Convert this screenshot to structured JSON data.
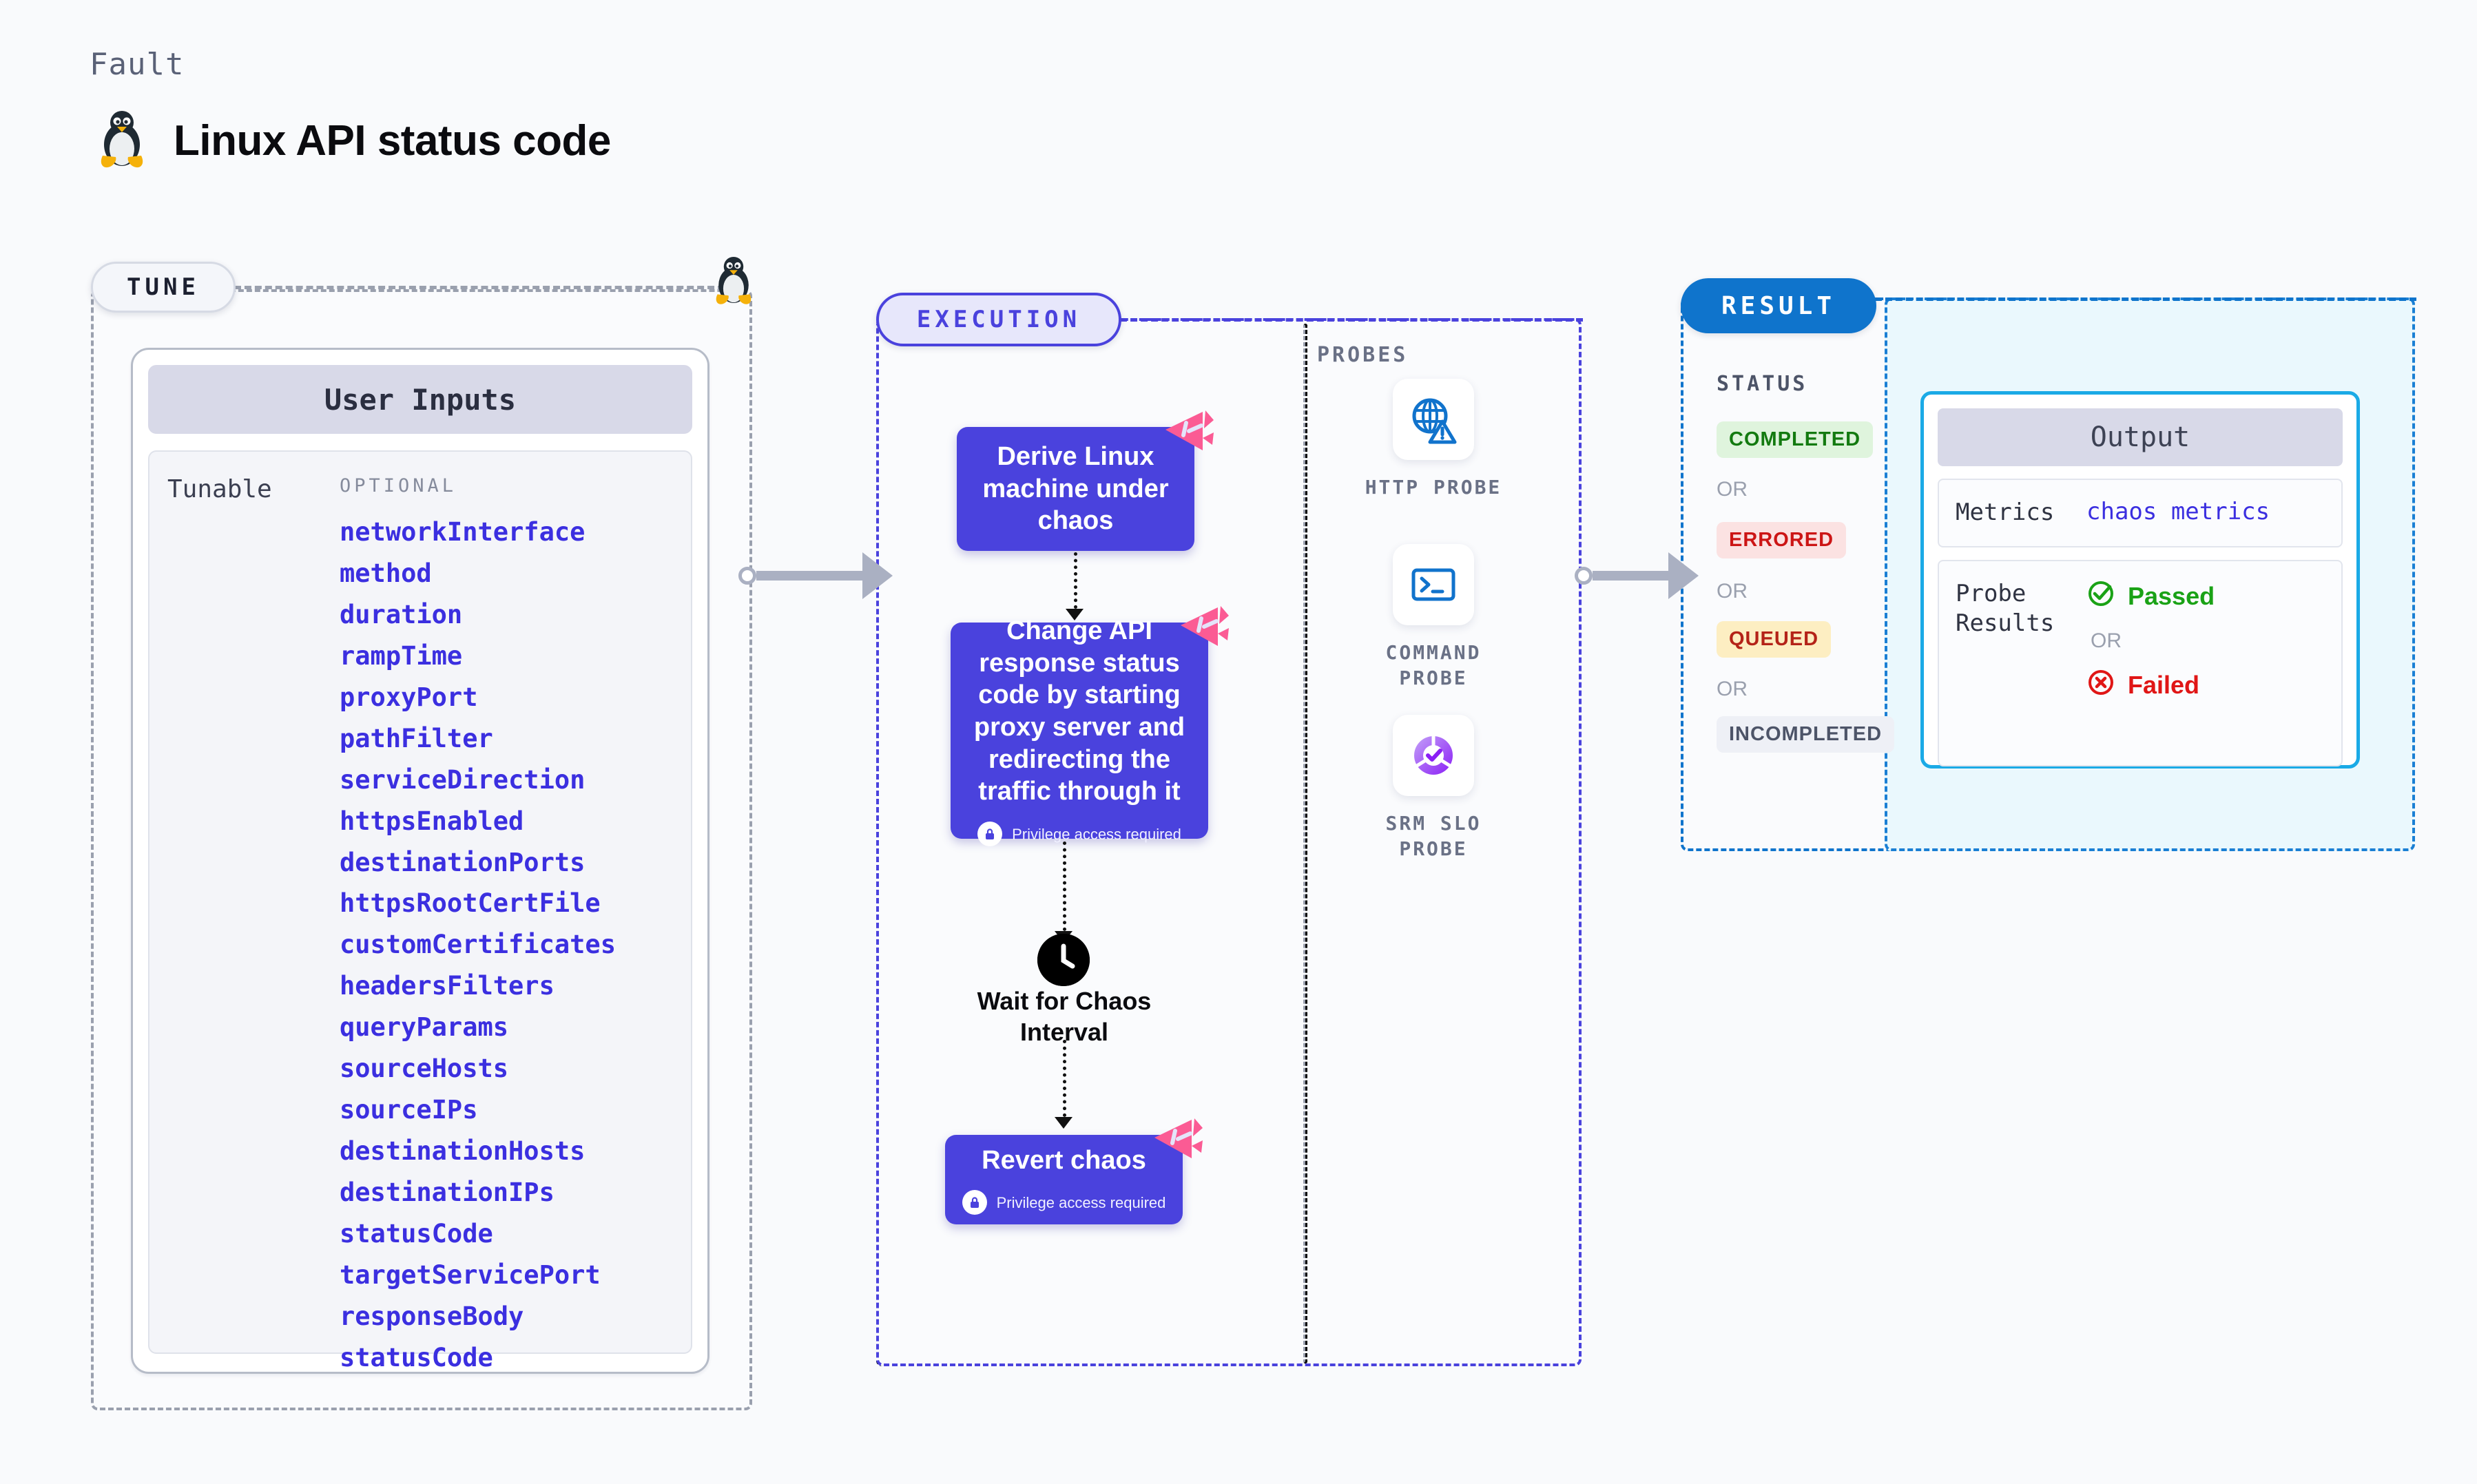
{
  "header": {
    "kicker": "Fault",
    "title": "Linux API status code",
    "icon": "linux-tux-penguin"
  },
  "tune": {
    "pill_label": "TUNE",
    "card_title": "User Inputs",
    "group_label": "Tunable",
    "optional_label": "OPTIONAL",
    "params": [
      "networkInterface",
      "method",
      "duration",
      "rampTime",
      "proxyPort",
      "pathFilter",
      "serviceDirection",
      "httpsEnabled",
      "destinationPorts",
      "httpsRootCertFile",
      "customCertificates",
      "headersFilters",
      "queryParams",
      "sourceHosts",
      "sourceIPs",
      "destinationHosts",
      "destinationIPs",
      "statusCode",
      "targetServicePort",
      "responseBody",
      "statusCode"
    ]
  },
  "execution": {
    "pill_label": "EXECUTION",
    "nodes": [
      {
        "text": "Derive Linux machine under chaos",
        "privilege": null,
        "badge": "chaos-badge-icon"
      },
      {
        "text": "Change API response status code by starting proxy server and redirecting the traffic through it",
        "privilege": "Privilege access required",
        "badge": "chaos-badge-icon"
      },
      {
        "text": "Revert chaos",
        "privilege": "Privilege access required",
        "badge": "chaos-badge-icon"
      }
    ],
    "wait": {
      "icon": "clock-icon",
      "label": "Wait for Chaos Interval"
    }
  },
  "probes": {
    "title": "PROBES",
    "items": [
      {
        "label": "HTTP PROBE",
        "icon": "globe-warning-icon"
      },
      {
        "label": "COMMAND PROBE",
        "icon": "terminal-icon"
      },
      {
        "label": "SRM SLO PROBE",
        "icon": "slo-donut-check-icon"
      }
    ]
  },
  "result": {
    "pill_label": "RESULT",
    "status_title": "STATUS",
    "or_label": "OR",
    "statuses": [
      {
        "label": "COMPLETED",
        "bg": "#dff4dd",
        "color": "#137a10"
      },
      {
        "label": "ERRORED",
        "bg": "#fbe2e2",
        "color": "#cc1515"
      },
      {
        "label": "QUEUED",
        "bg": "#fdeec2",
        "color": "#b42318"
      },
      {
        "label": "INCOMPLETED",
        "bg": "#eef0f6",
        "color": "#4d5468"
      }
    ]
  },
  "output": {
    "title": "Output",
    "metrics_key": "Metrics",
    "metrics_value": "chaos metrics",
    "probe_key": "Probe Results",
    "passed_label": "Passed",
    "or_label": "OR",
    "failed_label": "Failed"
  },
  "colors": {
    "primary_purple": "#4a42dd",
    "param_blue": "#3b2fe0",
    "result_blue": "#0f74cc",
    "output_cyan": "#1aaae6",
    "chaos_pink": "#fb5b94",
    "pass_green": "#1aa216",
    "fail_red": "#e01616"
  }
}
